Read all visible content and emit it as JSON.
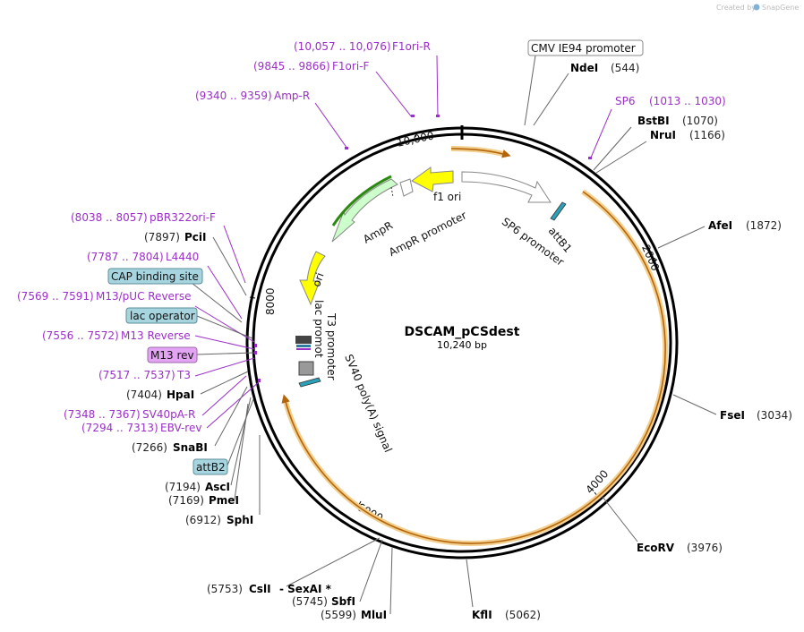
{
  "credit": {
    "prefix": "Created by",
    "brand": "SnapGene"
  },
  "plasmid": {
    "name": "DSCAM_pCSdest",
    "size": "10,240 bp",
    "length": 10240
  },
  "ticks": [
    "10,000",
    "2000",
    "4000",
    "6000",
    "8000"
  ],
  "enzymes": [
    {
      "name": "NdeI",
      "pos": "(544)"
    },
    {
      "name": "BstBI",
      "pos": "(1070)"
    },
    {
      "name": "NruI",
      "pos": "(1166)"
    },
    {
      "name": "AfeI",
      "pos": "(1872)"
    },
    {
      "name": "FseI",
      "pos": "(3034)"
    },
    {
      "name": "EcoRV",
      "pos": "(3976)"
    },
    {
      "name": "KflI",
      "pos": "(5062)"
    },
    {
      "name": "MluI",
      "pos": "(5599)"
    },
    {
      "name": "SbfI",
      "pos": "(5745)"
    },
    {
      "name": "CslI",
      "pos": "(5753)",
      "extra": "-  SexAI *"
    },
    {
      "name": "SphI",
      "pos": "(6912)"
    },
    {
      "name": "PmeI",
      "pos": "(7169)"
    },
    {
      "name": "AscI",
      "pos": "(7194)"
    },
    {
      "name": "SnaBI",
      "pos": "(7266)"
    },
    {
      "name": "HpaI",
      "pos": "(7404)"
    },
    {
      "name": "PciI",
      "pos": "(7897)"
    }
  ],
  "primers": [
    {
      "range": "(10,057 .. 10,076)",
      "name": "F1ori-R"
    },
    {
      "range": "(9845 .. 9866)",
      "name": "F1ori-F"
    },
    {
      "range": "(9340 .. 9359)",
      "name": "Amp-R"
    },
    {
      "range": "(1013 .. 1030)",
      "name": "SP6"
    },
    {
      "range": "(8038 .. 8057)",
      "name": "pBR322ori-F"
    },
    {
      "range": "(7787 .. 7804)",
      "name": "L4440"
    },
    {
      "range": "(7569 .. 7591)",
      "name": "M13/pUC Reverse"
    },
    {
      "range": "(7556 .. 7572)",
      "name": "M13 Reverse"
    },
    {
      "range": "(7517 .. 7537)",
      "name": "T3"
    },
    {
      "range": "(7348 .. 7367)",
      "name": "SV40pA-R"
    },
    {
      "range": "(7294 .. 7313)",
      "name": "EBV-rev"
    }
  ],
  "boxed_labels": {
    "cmv": "CMV IE94 promoter",
    "cap": "CAP binding site",
    "lac_operator": "lac operator",
    "m13rev": "M13 rev",
    "attb2": "attB2"
  },
  "features": {
    "f1_ori": "f1 ori",
    "ampr": "AmpR",
    "ampr_promoter": "AmpR promoter",
    "ori": "ori",
    "lac_promoter": "lac promoter",
    "t3_promoter": "T3 promoter",
    "sv40": "SV40 poly(A) signal",
    "sp6_promoter": "SP6 promoter",
    "attb1": "attB1"
  },
  "colors": {
    "backbone": "#000000",
    "primer": "#9b2fc9",
    "orf": "#e8a33a",
    "ori": "#ffff00",
    "ampr": "#ccffcc",
    "boxed_teal": "#a7d5df",
    "boxed_purple": "#e4a4f4"
  }
}
